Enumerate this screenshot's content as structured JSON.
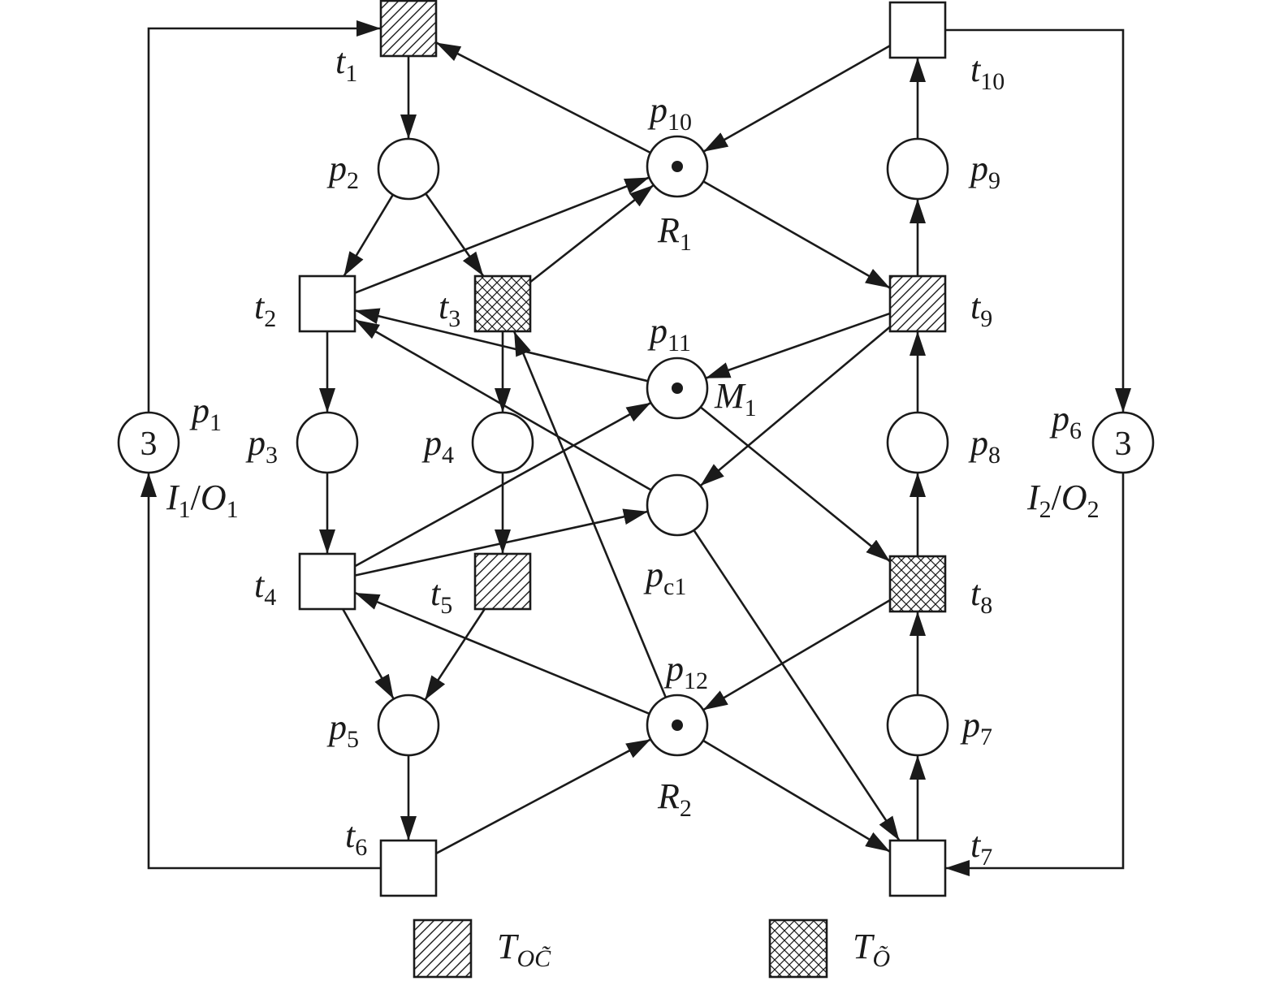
{
  "places": {
    "p1": {
      "name": "p",
      "sub": "1",
      "tokens": "3",
      "extra": {
        "l1": "I",
        "s1": "1",
        "mid": "/",
        "l2": "O",
        "s2": "1"
      }
    },
    "p2": {
      "name": "p",
      "sub": "2"
    },
    "p3": {
      "name": "p",
      "sub": "3"
    },
    "p4": {
      "name": "p",
      "sub": "4"
    },
    "p5": {
      "name": "p",
      "sub": "5"
    },
    "p6": {
      "name": "p",
      "sub": "6",
      "tokens": "3",
      "extra": {
        "l1": "I",
        "s1": "2",
        "mid": "/",
        "l2": "O",
        "s2": "2"
      }
    },
    "p7": {
      "name": "p",
      "sub": "7"
    },
    "p8": {
      "name": "p",
      "sub": "8"
    },
    "p9": {
      "name": "p",
      "sub": "9"
    },
    "p10": {
      "name": "p",
      "sub": "10",
      "resource": {
        "name": "R",
        "sub": "1"
      }
    },
    "p11": {
      "name": "p",
      "sub": "11",
      "resource": {
        "name": "M",
        "sub": "1"
      }
    },
    "p12": {
      "name": "p",
      "sub": "12",
      "resource": {
        "name": "R",
        "sub": "2"
      }
    },
    "pc1": {
      "name": "p",
      "sub": "c1"
    }
  },
  "transitions": {
    "t1": {
      "name": "t",
      "sub": "1",
      "fill": "hatch"
    },
    "t2": {
      "name": "t",
      "sub": "2",
      "fill": "plain"
    },
    "t3": {
      "name": "t",
      "sub": "3",
      "fill": "cross"
    },
    "t4": {
      "name": "t",
      "sub": "4",
      "fill": "plain"
    },
    "t5": {
      "name": "t",
      "sub": "5",
      "fill": "hatch"
    },
    "t6": {
      "name": "t",
      "sub": "6",
      "fill": "plain"
    },
    "t7": {
      "name": "t",
      "sub": "7",
      "fill": "plain"
    },
    "t8": {
      "name": "t",
      "sub": "8",
      "fill": "cross"
    },
    "t9": {
      "name": "t",
      "sub": "9",
      "fill": "hatch"
    },
    "t10": {
      "name": "t",
      "sub": "10",
      "fill": "plain"
    }
  },
  "legend": {
    "hatch": {
      "name": "T",
      "sub": "OC̃"
    },
    "cross": {
      "name": "T",
      "sub": "Õ"
    }
  },
  "colors": {
    "stroke": "#1a1a1a",
    "background": "#ffffff"
  }
}
